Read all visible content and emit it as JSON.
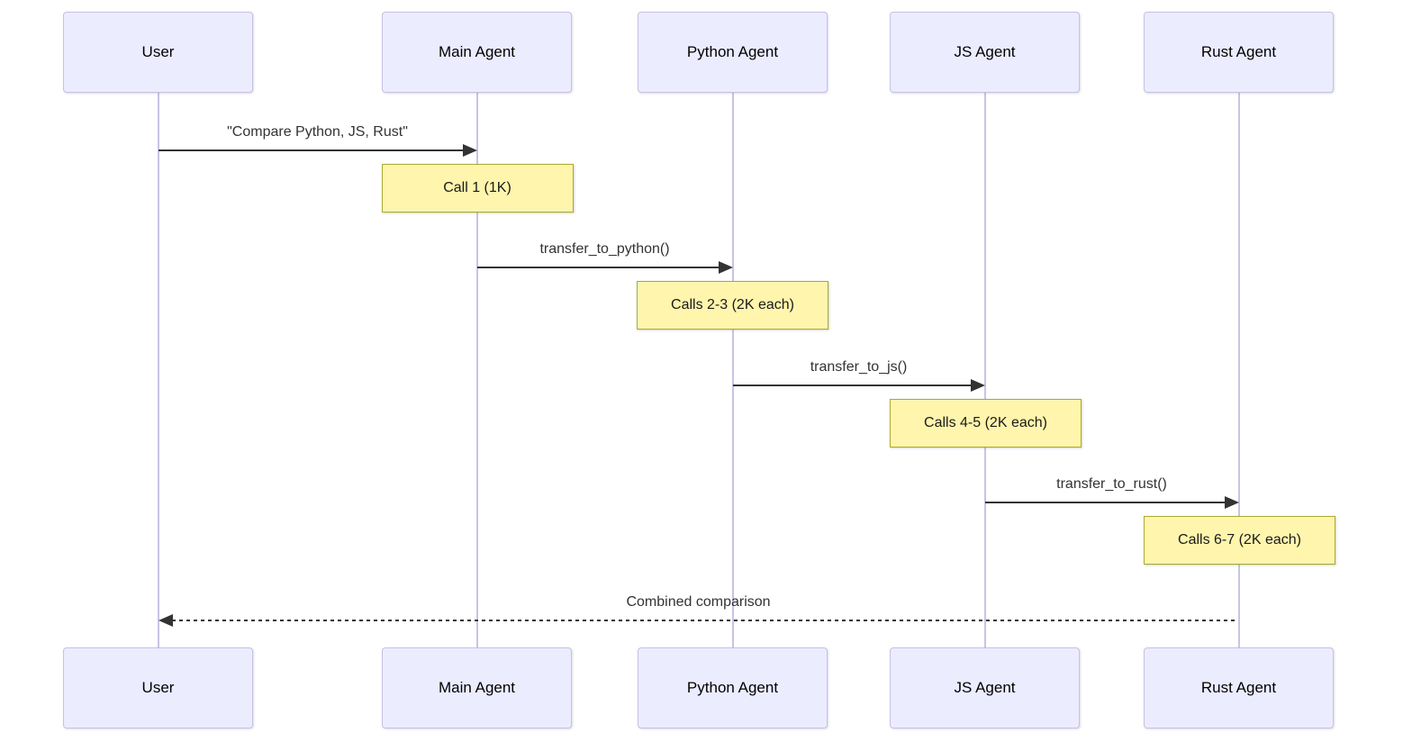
{
  "diagram": {
    "type": "sequence-diagram"
  },
  "actors": [
    {
      "id": "user",
      "label": "User"
    },
    {
      "id": "main-agent",
      "label": "Main Agent"
    },
    {
      "id": "python-agent",
      "label": "Python Agent"
    },
    {
      "id": "js-agent",
      "label": "JS Agent"
    },
    {
      "id": "rust-agent",
      "label": "Rust Agent"
    }
  ],
  "messages": [
    {
      "from": "User",
      "to": "Main Agent",
      "text": "\"Compare Python, JS, Rust\"",
      "style": "solid"
    },
    {
      "from": "Main Agent",
      "to": "Python Agent",
      "text": "transfer_to_python()",
      "style": "solid"
    },
    {
      "from": "Python Agent",
      "to": "JS Agent",
      "text": "transfer_to_js()",
      "style": "solid"
    },
    {
      "from": "JS Agent",
      "to": "Rust Agent",
      "text": "transfer_to_rust()",
      "style": "solid"
    },
    {
      "from": "Rust Agent",
      "to": "User",
      "text": "Combined comparison",
      "style": "dashed"
    }
  ],
  "notes": [
    {
      "over": "Main Agent",
      "text": "Call 1 (1K)"
    },
    {
      "over": "Python Agent",
      "text": "Calls 2-3 (2K each)"
    },
    {
      "over": "JS Agent",
      "text": "Calls 4-5 (2K each)"
    },
    {
      "over": "Rust Agent",
      "text": "Calls 6-7 (2K each)"
    }
  ],
  "colors": {
    "actor_fill": "#ECECFF",
    "actor_border": "#C6C1E4",
    "lifeline": "#C9C3E6",
    "note_fill": "#FFF5AD",
    "note_border": "#AAAA33",
    "message_line": "#333333",
    "message_text": "#333333",
    "actor_text": "#000000"
  }
}
